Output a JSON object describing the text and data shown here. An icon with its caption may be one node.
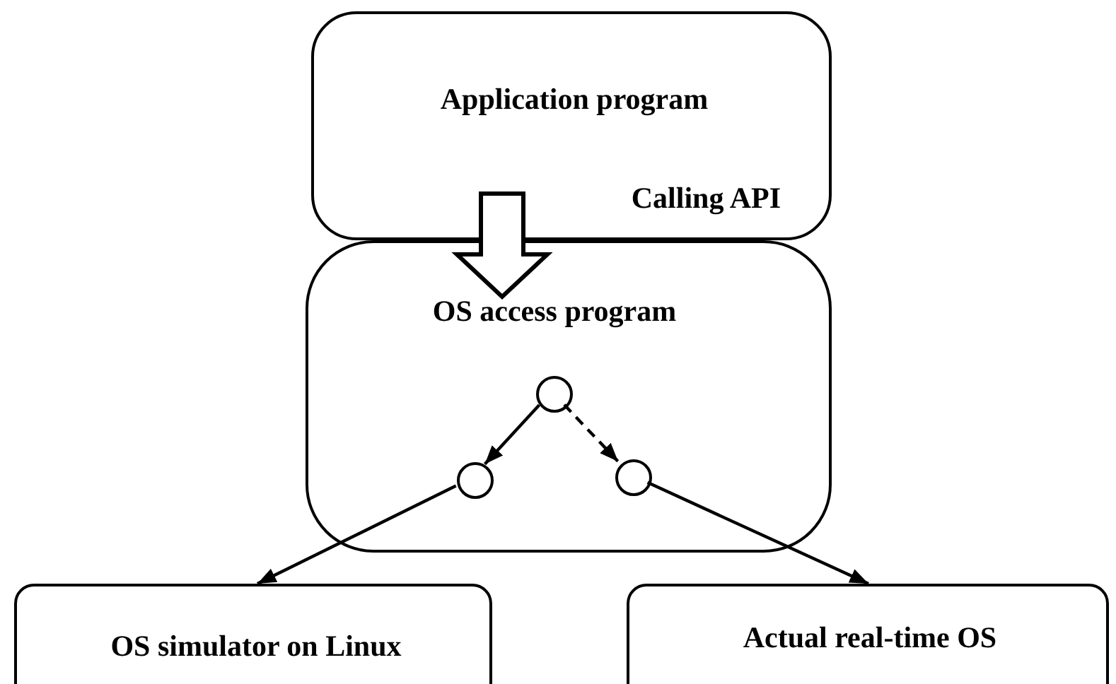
{
  "diagram": {
    "nodes": [
      {
        "text": [
          "Application program",
          "Calling API"
        ]
      },
      {
        "text": [
          "OS access program"
        ]
      },
      {
        "text": [],
        "shape": "circle",
        "in": 1
      },
      {
        "text": [],
        "shape": "circle",
        "in": 1
      },
      {
        "text": [],
        "shape": "circle",
        "in": 1
      },
      {
        "text": [
          "OS simulator on Linux"
        ]
      },
      {
        "text": [
          "Actual real-time OS"
        ]
      }
    ],
    "edges": [
      {
        "from": 0,
        "to": 1,
        "arrow": "to",
        "style": "thick"
      },
      {
        "from": 2,
        "to": 3,
        "arrow": "to"
      },
      {
        "from": 2,
        "to": 4,
        "arrow": "to",
        "style": "dashed"
      },
      {
        "from": 3,
        "to": 5,
        "arrow": "to"
      },
      {
        "from": 4,
        "to": 6,
        "arrow": "to"
      }
    ]
  }
}
